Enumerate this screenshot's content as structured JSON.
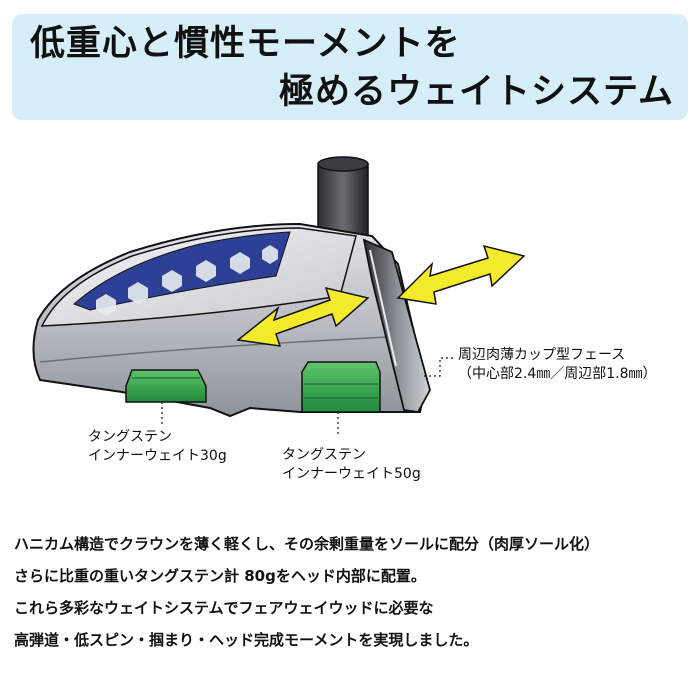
{
  "title": {
    "line1": "低重心と慣性モーメントを",
    "line2": "極めるウェイトシステム"
  },
  "callouts": {
    "face": {
      "line1": "周辺肉薄カップ型フェース",
      "line2": "（中心部2.4㎜／周辺部1.8㎜）"
    },
    "weight_30": {
      "line1": "タングステン",
      "line2": "インナーウェイト30g"
    },
    "weight_50": {
      "line1": "タングステン",
      "line2": "インナーウェイト50g"
    }
  },
  "description": [
    "ハニカム構造でクラウンを薄く軽くし、その余剰重量をソールに配分（肉厚ソール化）",
    "さらに比重の重いタングステン計 80gをヘッド内部に配置。",
    "これら多彩なウェイトシステムでフェアウェイウッドに必要な",
    "高弾道・低スピン・掴まり・ヘッド完成モーメントを実現しました。"
  ],
  "colors": {
    "banner": "#d6eef8",
    "crown_graphic": "#2e3f96",
    "arrow": "#f2ea2b",
    "weight": "#2aa14a",
    "body": "#a9adb3"
  },
  "icons": {
    "arrows": "double-headed-arrow",
    "weights": "weight-block"
  }
}
